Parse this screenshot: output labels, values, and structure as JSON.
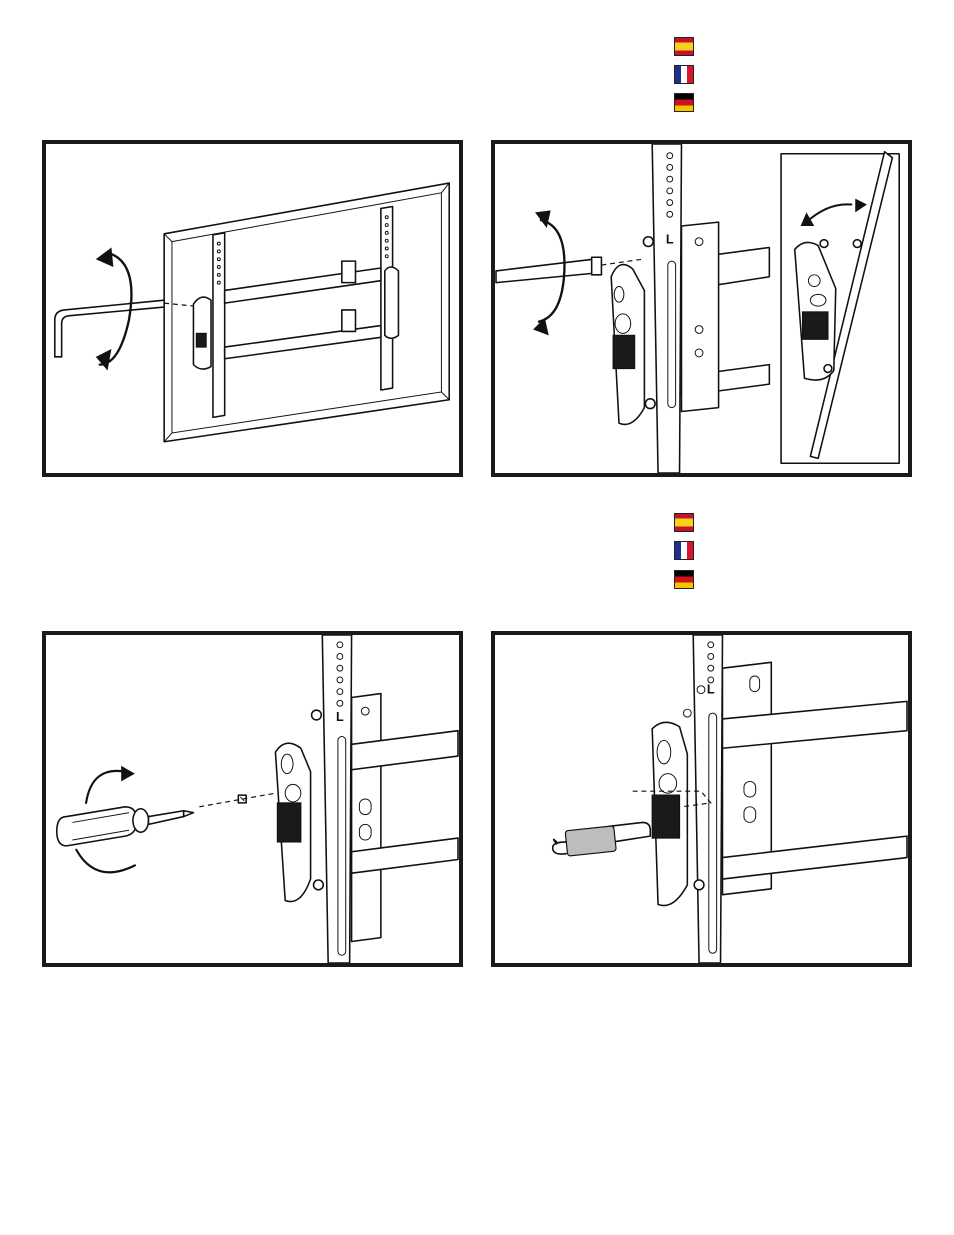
{
  "rail_label": "L",
  "flag_rows": [
    {
      "flags": [
        "es",
        "fr",
        "de"
      ]
    },
    {
      "flags": [
        "es",
        "fr",
        "de"
      ]
    }
  ],
  "panels": [
    {
      "name": "panel-allen-key-tilt",
      "icons": [
        "allen-key-icon",
        "rotation-arrows-icon",
        "tv-frame-icon"
      ]
    },
    {
      "name": "panel-tilt-adjust-detail",
      "icons": [
        "allen-key-icon",
        "rotation-arrows-icon",
        "tilt-inset-icon"
      ]
    },
    {
      "name": "panel-screwdriver-screw",
      "icons": [
        "screwdriver-icon",
        "rotation-arrow-icon",
        "screw-icon"
      ]
    },
    {
      "name": "panel-key-lock",
      "icons": [
        "key-icon",
        "lock-icon"
      ]
    }
  ]
}
